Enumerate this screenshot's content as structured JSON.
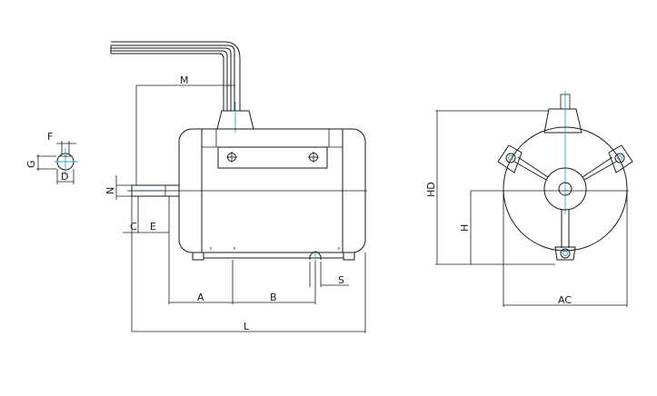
{
  "labels": {
    "F": "F",
    "G": "G",
    "D": "D",
    "N": "N",
    "M": "M",
    "C": "C",
    "E": "E",
    "A": "A",
    "B": "B",
    "S": "S",
    "L": "L",
    "HD": "HD",
    "H": "H",
    "AC": "AC"
  },
  "colors": {
    "line": "#1a1a1a",
    "centerline": "#2aa7c9",
    "background": "#ffffff"
  }
}
